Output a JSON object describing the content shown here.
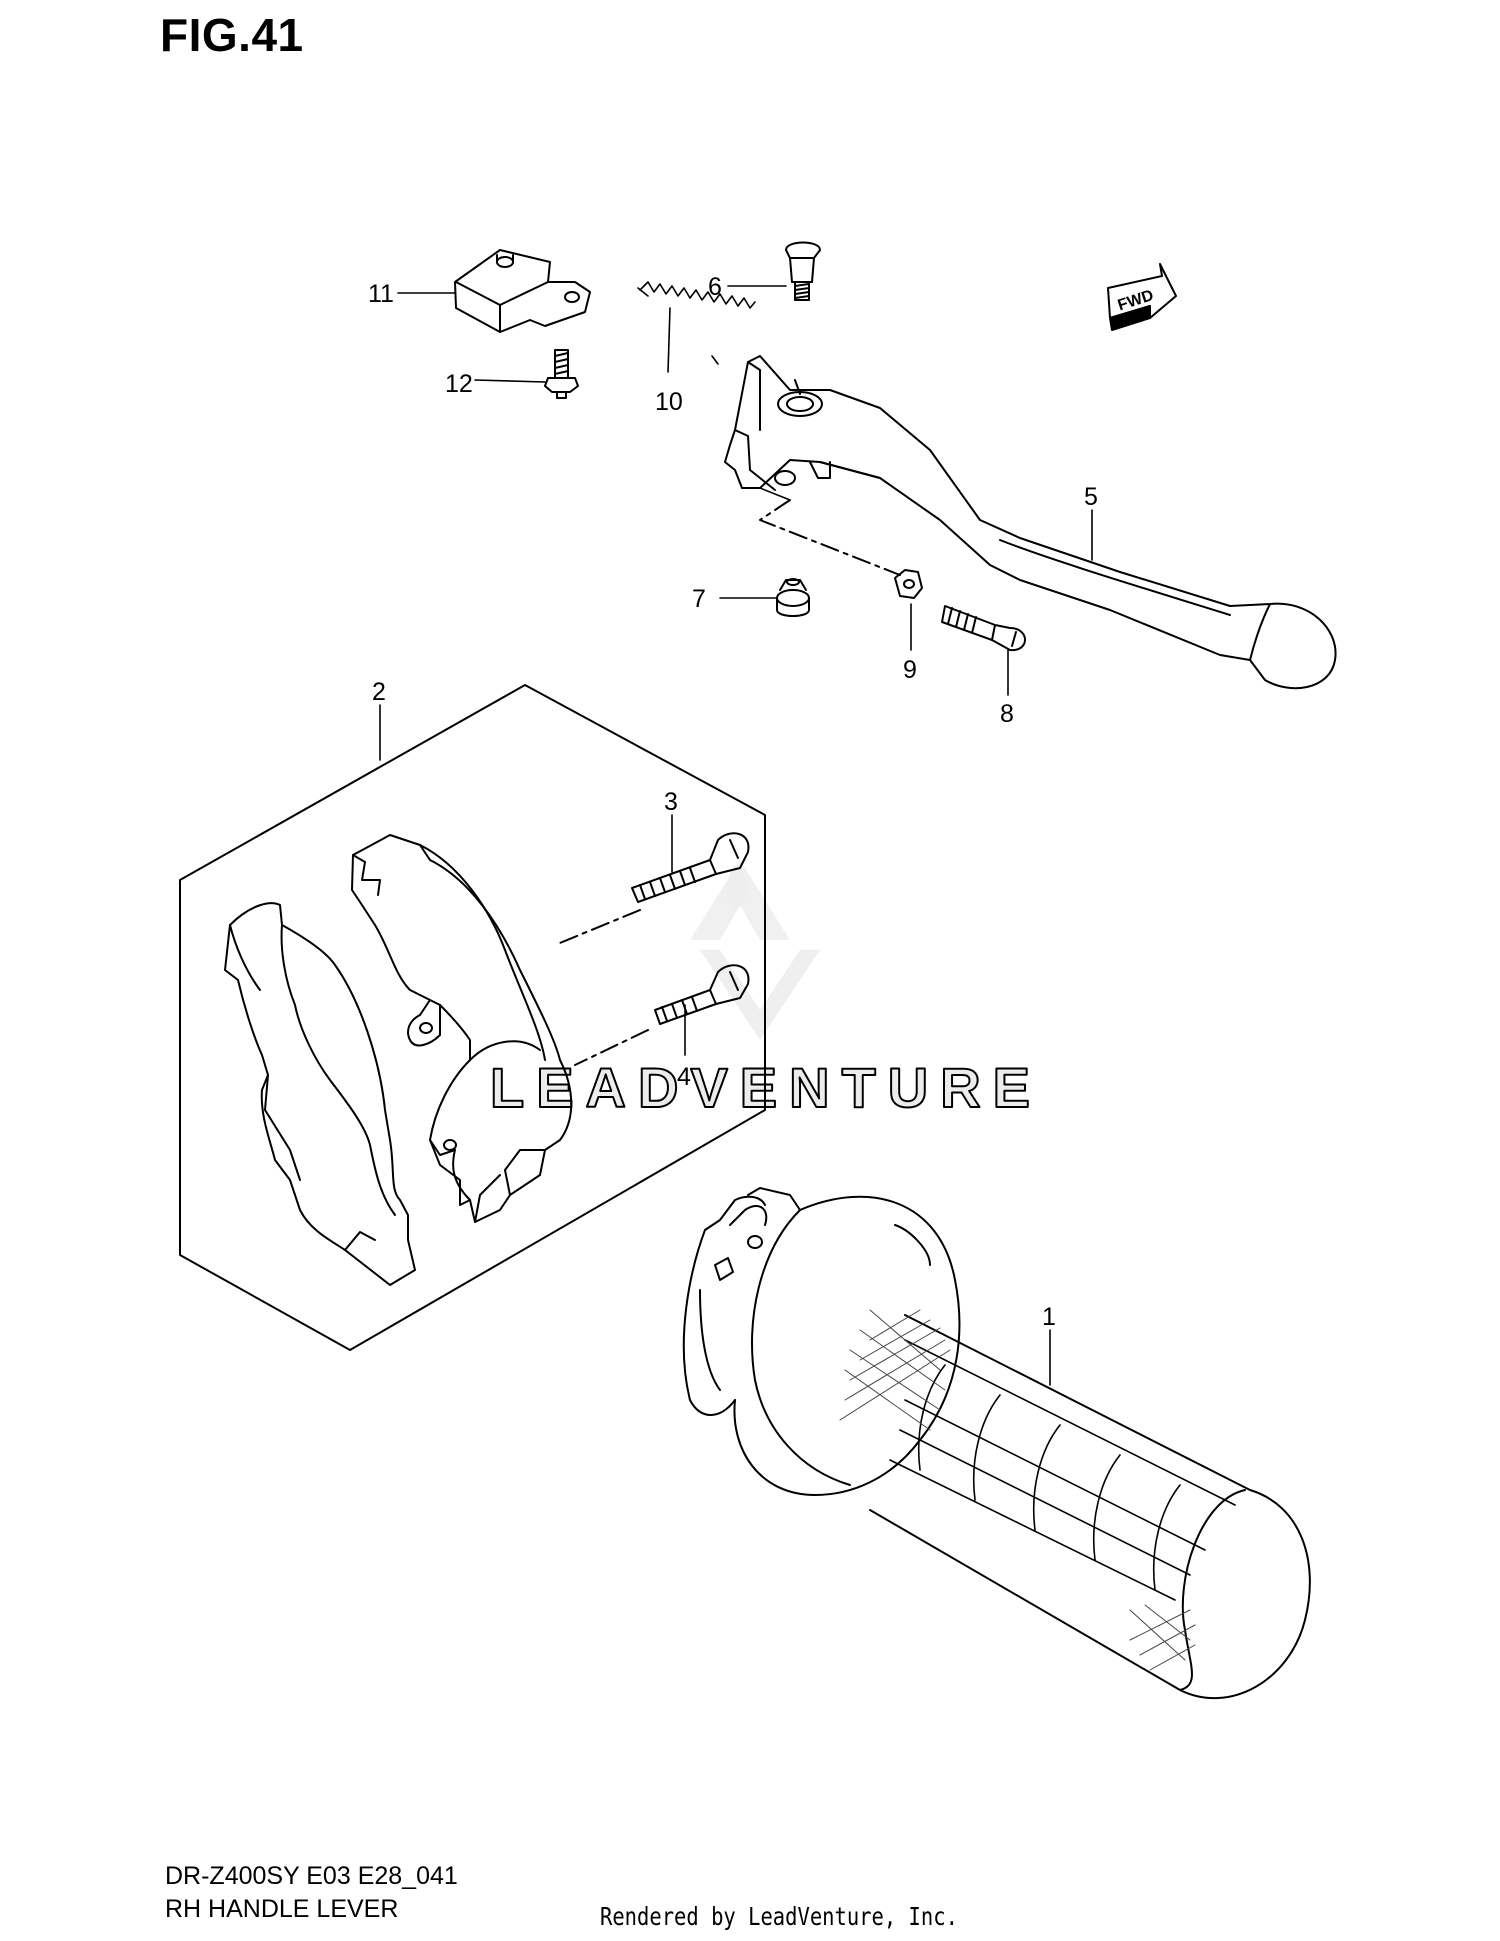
{
  "figure": {
    "title": "FIG.41",
    "model_code": "DR-Z400SY E03 E28_041",
    "name": "RH HANDLE LEVER",
    "rendered_by": "Rendered by LeadVenture, Inc.",
    "direction_label": "FWD",
    "watermark": "LEADVENTURE"
  },
  "callouts": {
    "c1": "1",
    "c2": "2",
    "c3": "3",
    "c4": "4",
    "c5": "5",
    "c6": "6",
    "c7": "7",
    "c8": "8",
    "c9": "9",
    "c10": "10",
    "c11": "11",
    "c12": "12"
  },
  "colors": {
    "line": "#000000",
    "watermark": "#ececec",
    "background": "#ffffff"
  }
}
